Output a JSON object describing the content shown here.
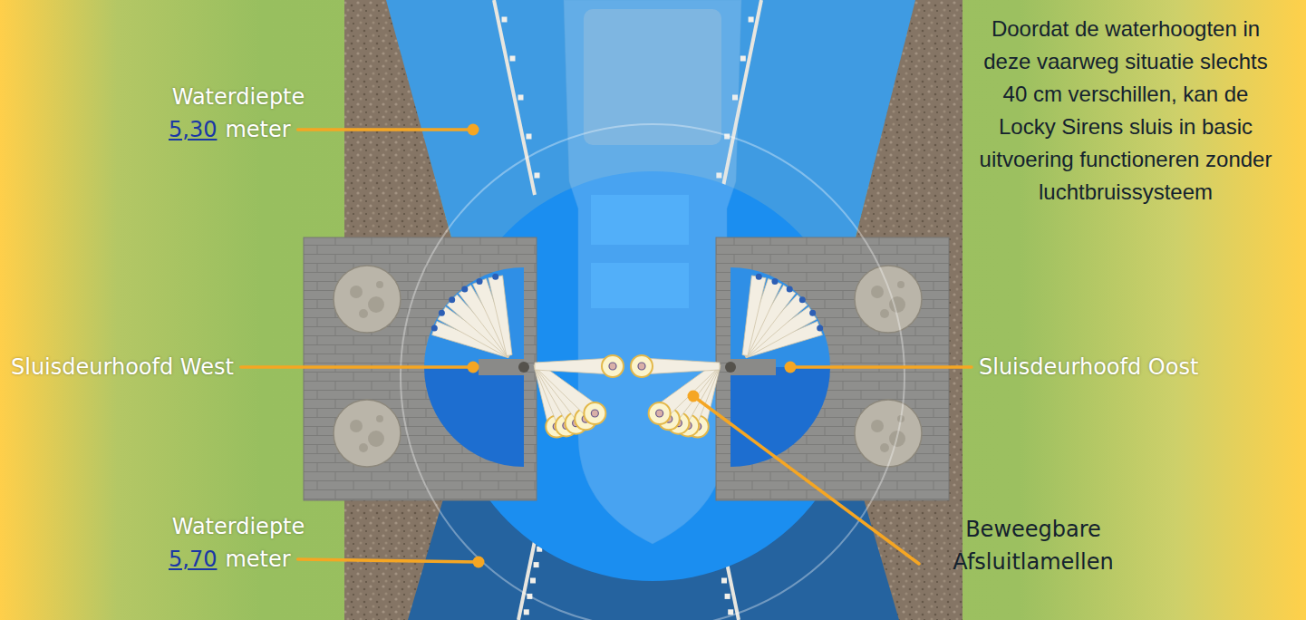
{
  "diagram": {
    "labels": [
      "Waterdiepte",
      "5,30",
      "meter",
      "Doordat de waterhoogten in deze vaarweg situatie slechts 40 cm verschillen, kan de Locky Sirens sluis in basic uitvoering functioneren zonder luchtbruissysteem",
      "Sluisdeurhoofd West",
      "Sluisdeurhoofd Oost",
      "Waterdiepte",
      "5,70",
      "meter",
      "Beweegbare Afsluitlamellen"
    ]
  }
}
